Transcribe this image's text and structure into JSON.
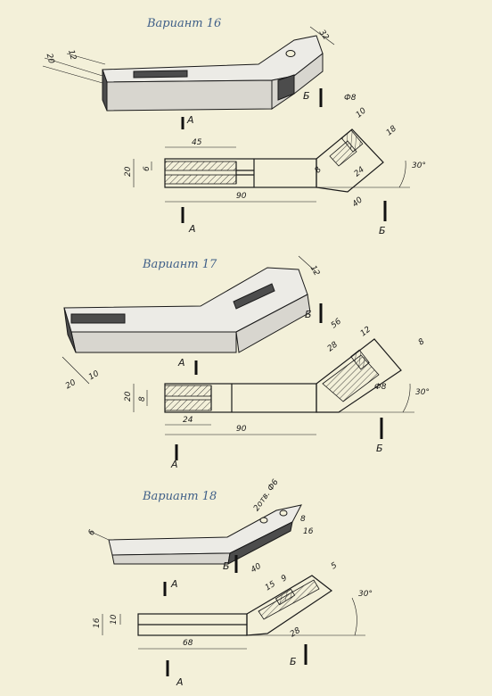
{
  "variants": [
    {
      "title": "Вариант 16",
      "dims": {
        "iso_a": "20",
        "iso_b": "12",
        "iso_c": "32",
        "d1": "45",
        "d2": "20",
        "d3": "6",
        "d4": "90",
        "d5": "8",
        "d6": "Ф8",
        "d7": "10",
        "d8": "18",
        "d9": "24",
        "d10": "40",
        "angle": "30°"
      },
      "section_a": "А",
      "section_b": "Б"
    },
    {
      "title": "Вариант 17",
      "dims": {
        "iso_a": "12",
        "iso_b": "20",
        "iso_c": "10",
        "d1": "56",
        "d2": "28",
        "d3": "12",
        "d4": "8",
        "d5": "20",
        "d6": "8",
        "d7": "Ф8",
        "d8": "24",
        "d9": "90",
        "angle": "30°"
      },
      "section_a": "А",
      "section_b": "Б"
    },
    {
      "title": "Вариант 18",
      "dims": {
        "hole_note": "2отв. Ф6",
        "iso_a": "6",
        "iso_b": "8",
        "iso_c": "16",
        "d1": "40",
        "d2": "15",
        "d3": "9",
        "d4": "5",
        "d5": "16",
        "d6": "10",
        "d7": "68",
        "d8": "28",
        "angle": "30°"
      },
      "section_a": "А",
      "section_b": "Б"
    }
  ]
}
